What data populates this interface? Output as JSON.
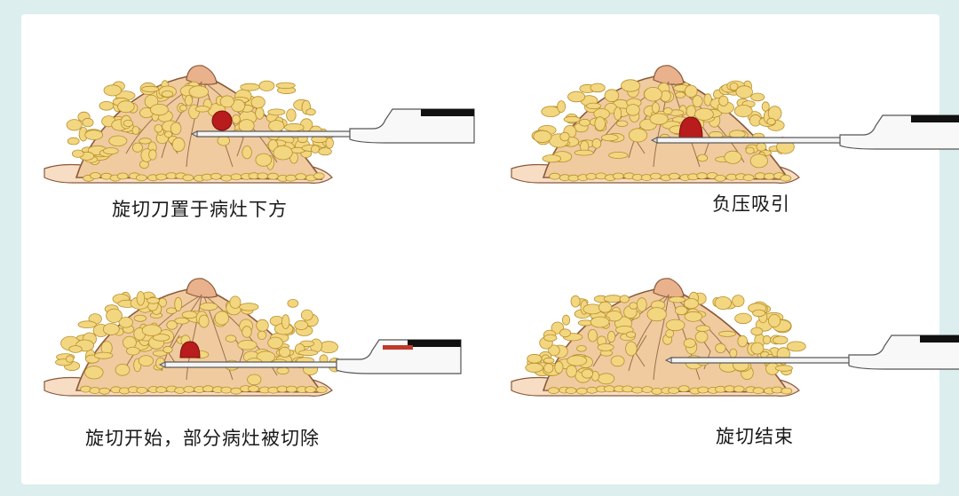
{
  "background_color": "#dceeee",
  "panel_color": "#ffffff",
  "tissue": {
    "fill": "#f0cba0",
    "outline": "#8a5a3a",
    "fat": "#f3d680",
    "fat_edge": "#b8902c",
    "lesion": "#b81c1c"
  },
  "steps": [
    {
      "caption": "旋切刀置于病灶下方",
      "lesion_state": "whole-above-probe"
    },
    {
      "caption": "负压吸引",
      "lesion_state": "drawn-into-aperture"
    },
    {
      "caption": "旋切开始，部分病灶被切除",
      "lesion_state": "partially-excised"
    },
    {
      "caption": "旋切结束",
      "lesion_state": "removed"
    }
  ]
}
